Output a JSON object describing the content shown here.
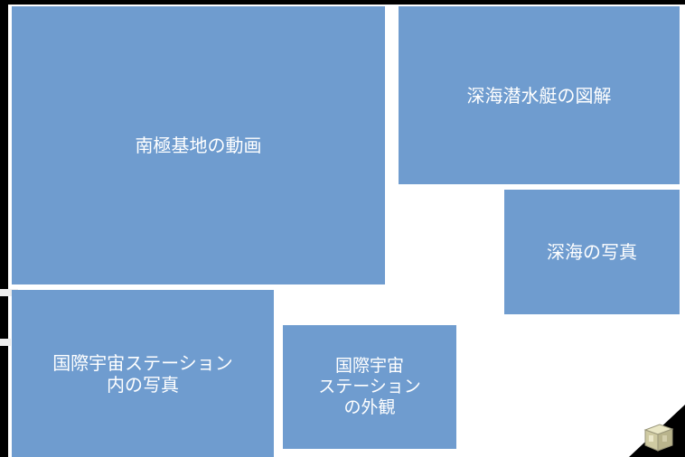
{
  "tiles": {
    "antarctic": "南極基地の動画",
    "submersible": "深海潜水艇の図解",
    "deepsea": "深海の写真",
    "iss_inside": "国際宇宙ステーション\n内の写真",
    "iss_outside": "国際宇宙\nステーション\nの外観"
  },
  "colors": {
    "tile": "#6f9ccf",
    "background": "#ffffff",
    "text": "#ffffff"
  },
  "icons": {
    "corner": "cube-icon"
  }
}
